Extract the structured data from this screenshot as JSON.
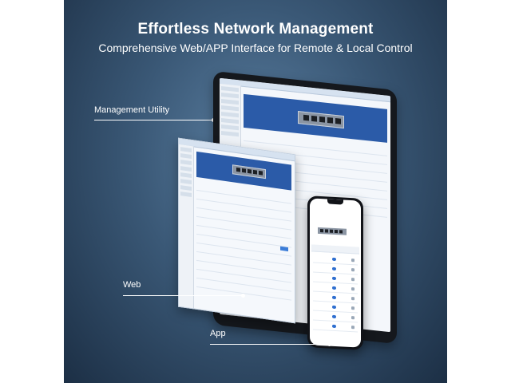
{
  "header": {
    "title": "Effortless Network Management",
    "subtitle": "Comprehensive Web/APP Interface for Remote & Local Control"
  },
  "callouts": {
    "management_utility": "Management Utility",
    "web": "Web",
    "app": "App"
  },
  "colors": {
    "background_center": "#5a7ea0",
    "background_edge": "#1c2f45",
    "panel_blue": "#2b5ba8",
    "text": "#ffffff"
  }
}
